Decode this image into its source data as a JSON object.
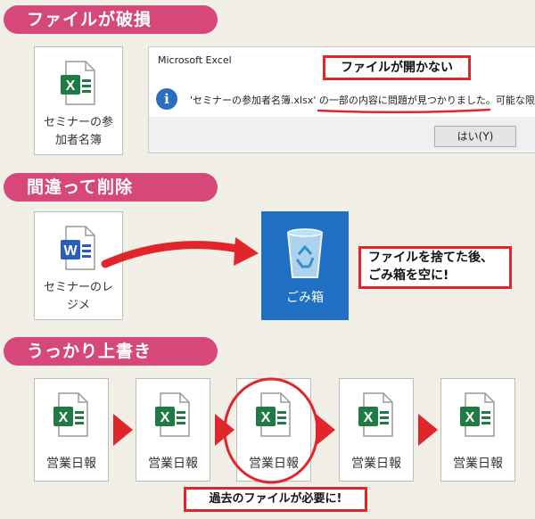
{
  "sections": {
    "corrupted": "ファイルが破損",
    "deleted": "間違って削除",
    "overwritten": "うっかり上書き"
  },
  "file_seminar_list": {
    "line1": "セミナーの参",
    "line2": "加者名簿",
    "icon": "excel-file-icon"
  },
  "dialog": {
    "title": "Microsoft Excel",
    "message": "'セミナーの参加者名簿.xlsx' の一部の内容に問題が見つかりました。可能な限",
    "ok_label": "はい(Y)",
    "info_icon": "info-icon"
  },
  "callout_cannot_open": "ファイルが開かない",
  "file_seminar_resume": {
    "line1": "セミナーのレ",
    "line2": "ジメ",
    "icon": "word-file-icon"
  },
  "recycle_bin_label": "ごみ箱",
  "callout_trash": {
    "line1": "ファイルを捨てた後、",
    "line2": "ごみ箱を空に!"
  },
  "daily_reports": [
    "営業日報",
    "営業日報",
    "営業日報",
    "営業日報",
    "営業日報"
  ],
  "callout_need_past": "過去のファイルが必要に!",
  "colors": {
    "pill": "#d7487a",
    "excel": "#1f7a43",
    "word": "#2b5eb8",
    "red": "#e0262b",
    "recycle_bg": "#1f6fc2",
    "background": "#f1efe6"
  }
}
